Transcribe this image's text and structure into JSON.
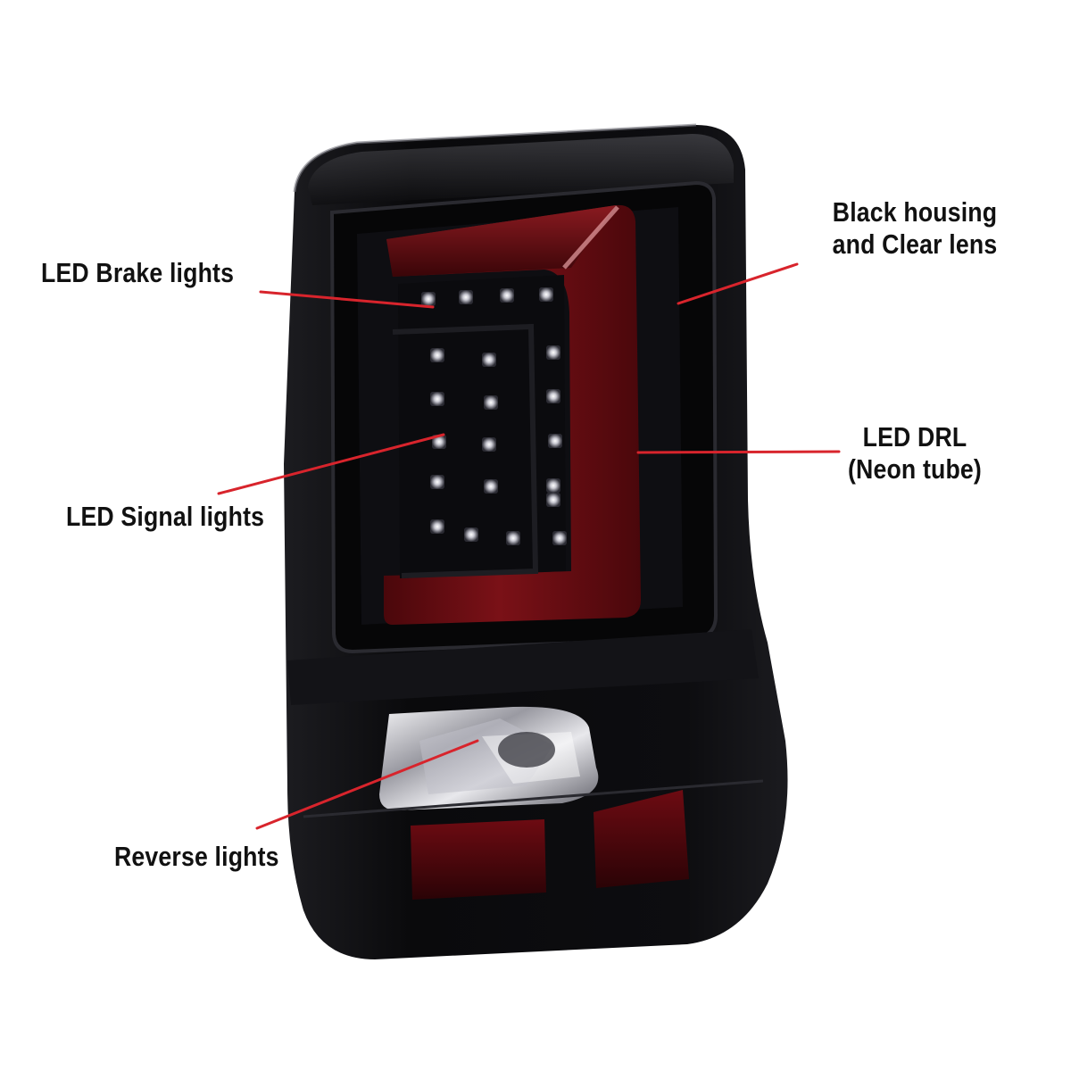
{
  "colors": {
    "background": "#ffffff",
    "housing": "#0b0b0d",
    "neon_tube": "#6e0d12",
    "leader_line": "#d8242c",
    "label_text": "#111111"
  },
  "callouts": {
    "brake": {
      "text": "LED Brake lights"
    },
    "signal": {
      "text": "LED Signal lights"
    },
    "reverse": {
      "text": "Reverse lights"
    },
    "housing": {
      "line1": "Black housing",
      "line2": "and Clear lens"
    },
    "drl": {
      "line1": "LED DRL",
      "line2": "(Neon tube)"
    }
  }
}
